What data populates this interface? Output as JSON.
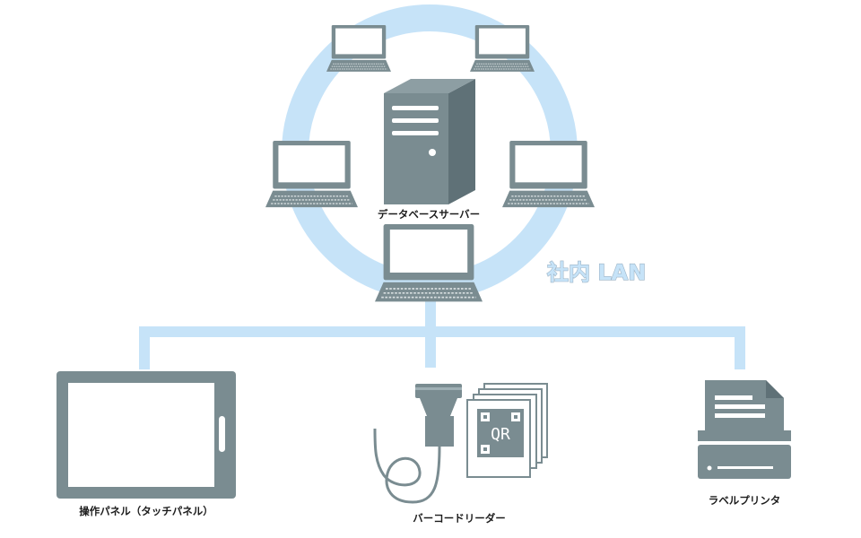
{
  "network": {
    "label": "社内 LAN",
    "ring_color": "#c6e3f8",
    "device_color": "#7a8c91"
  },
  "server": {
    "label": "データベースサーバー",
    "icon": "server-tower-icon"
  },
  "clients": {
    "count": 5,
    "icon": "laptop-icon"
  },
  "devices": [
    {
      "id": "touch-panel",
      "label": "操作パネル（タッチパネル）",
      "icon": "tablet-icon"
    },
    {
      "id": "barcode-reader",
      "label": "バーコードリーダー",
      "icon": "barcode-scanner-icon",
      "tag_text": "QR"
    },
    {
      "id": "label-printer",
      "label": "ラベルプリンタ",
      "icon": "printer-icon"
    }
  ]
}
